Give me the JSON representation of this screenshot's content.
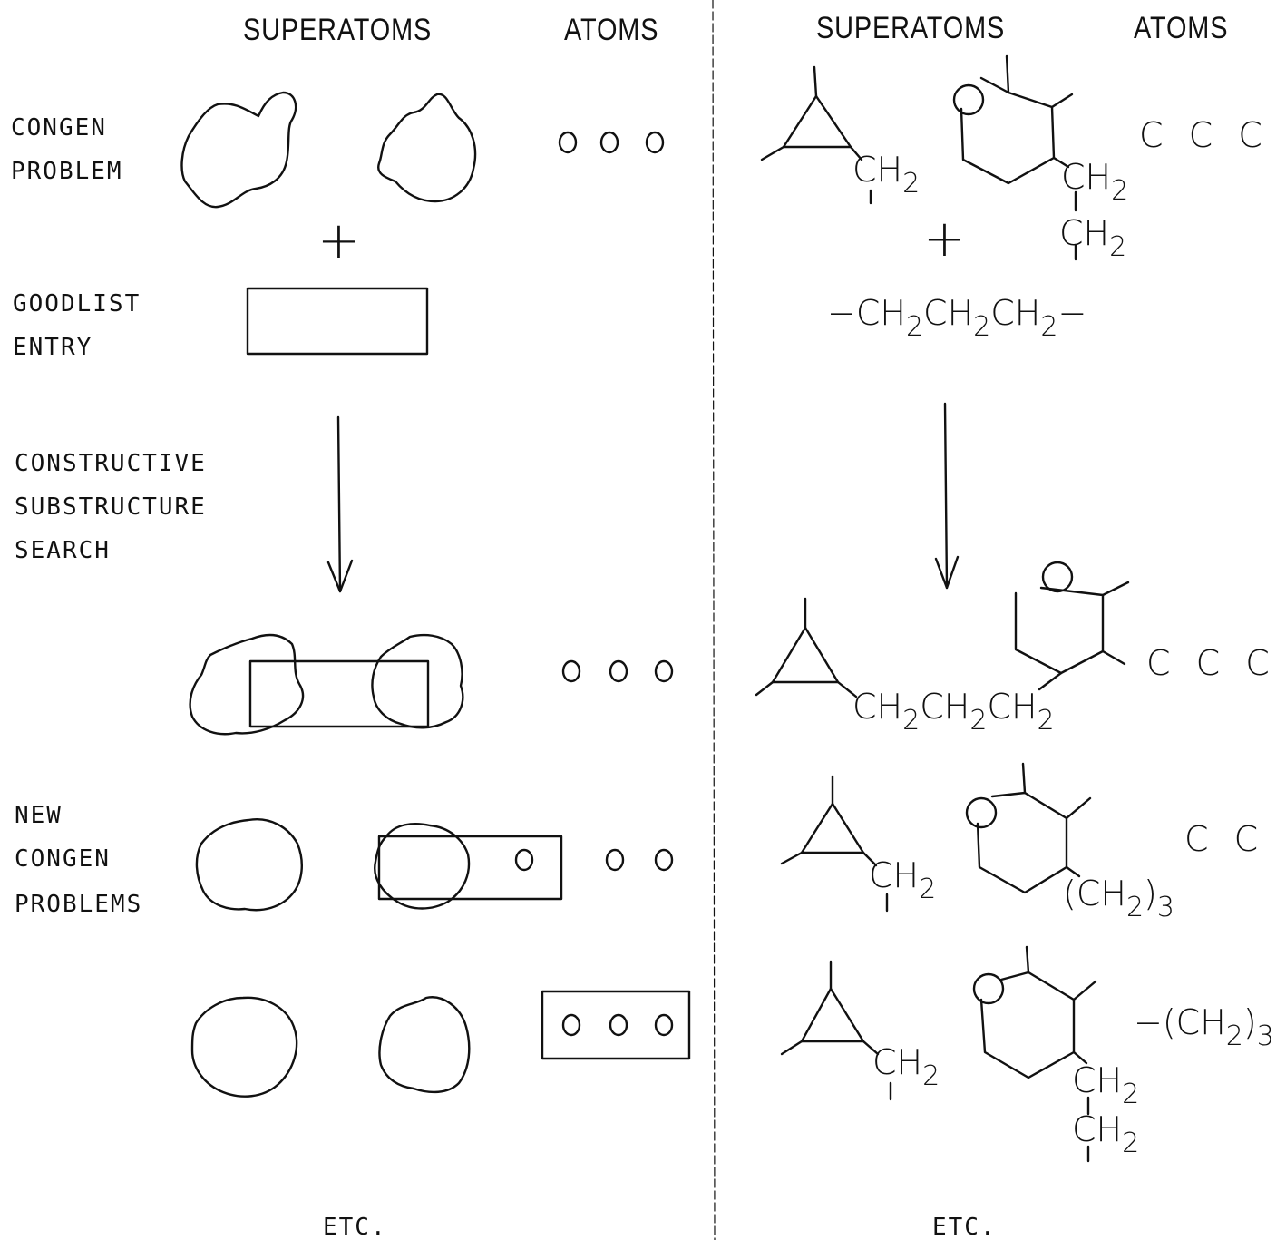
{
  "left": {
    "header_superatoms": "SUPERATOMS",
    "header_atoms": "ATOMS",
    "label_congen_problem": [
      "CONGEN",
      "PROBLEM"
    ],
    "label_goodlist_entry": [
      "GOODLIST",
      "ENTRY"
    ],
    "label_search": [
      "CONSTRUCTIVE",
      "SUBSTRUCTURE",
      "SEARCH"
    ],
    "label_new_problems": [
      "NEW",
      "CONGEN",
      "PROBLEMS"
    ],
    "plus": "+",
    "etc": "ETC."
  },
  "right": {
    "header_superatoms": "SUPERATOMS",
    "header_atoms": "ATOMS",
    "plus": "+",
    "etc": "ETC.",
    "atoms_row1": "C C C",
    "atoms_result": "C C C",
    "atoms_row3": "C C",
    "goodlist_chain": [
      "−CH",
      "2",
      "CH",
      "2",
      "CH",
      "2",
      "−"
    ],
    "result_chain": [
      "CH",
      "2",
      "CH",
      "2",
      "CH",
      "2"
    ],
    "ch2": [
      "CH",
      "2"
    ],
    "ch2_3": [
      "(CH",
      "2",
      ")",
      "3"
    ],
    "ch2_3_bond": [
      "−(CH",
      "2",
      ")",
      "3"
    ]
  }
}
